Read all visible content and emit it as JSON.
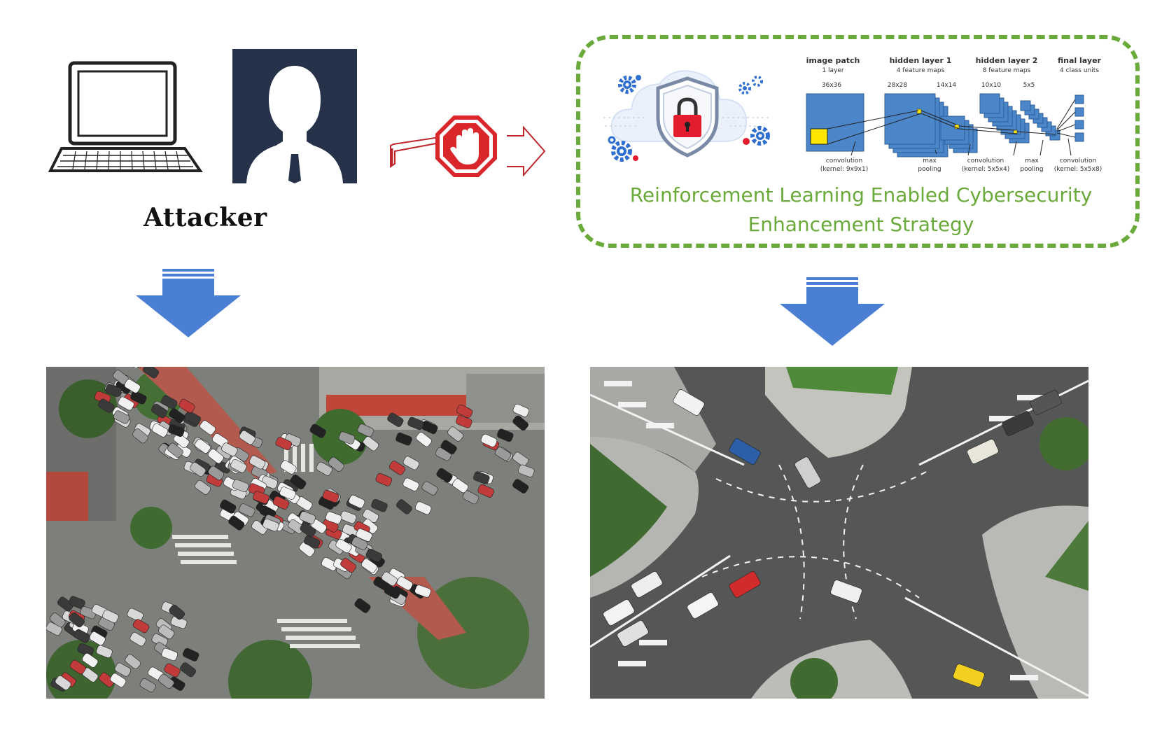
{
  "attacker": {
    "label": "Attacker"
  },
  "defense": {
    "caption": "Reinforcement Learning Enabled Cybersecurity Enhancement Strategy",
    "cnn": {
      "layers": [
        {
          "title": "image patch",
          "subtitle": "1 layer",
          "size": "36x36"
        },
        {
          "title": "hidden layer 1",
          "subtitle": "4 feature maps",
          "size": "28x28",
          "size2": "14x14"
        },
        {
          "title": "hidden layer 2",
          "subtitle": "8 feature maps",
          "size": "10x10",
          "size2": "5x5"
        },
        {
          "title": "final layer",
          "subtitle": "4 class units"
        }
      ],
      "ops": [
        {
          "line1": "convolution",
          "line2": "(kernel: 9x9x1)"
        },
        {
          "line1": "max",
          "line2": "pooling"
        },
        {
          "line1": "convolution",
          "line2": "(kernel: 5x5x4)"
        },
        {
          "line1": "max",
          "line2": "pooling"
        },
        {
          "line1": "convolution",
          "line2": "(kernel: 5x5x8)"
        }
      ]
    }
  },
  "colors": {
    "green": "#6aaa3a",
    "arrow_blue": "#4a7fd4",
    "stop_red": "#d9262b",
    "cnn_blue": "#4a86c8"
  },
  "icons": [
    "laptop-icon",
    "person-silhouette-icon",
    "stop-hand-icon",
    "shield-lock-icon",
    "gear-icon",
    "down-arrow-icon"
  ]
}
